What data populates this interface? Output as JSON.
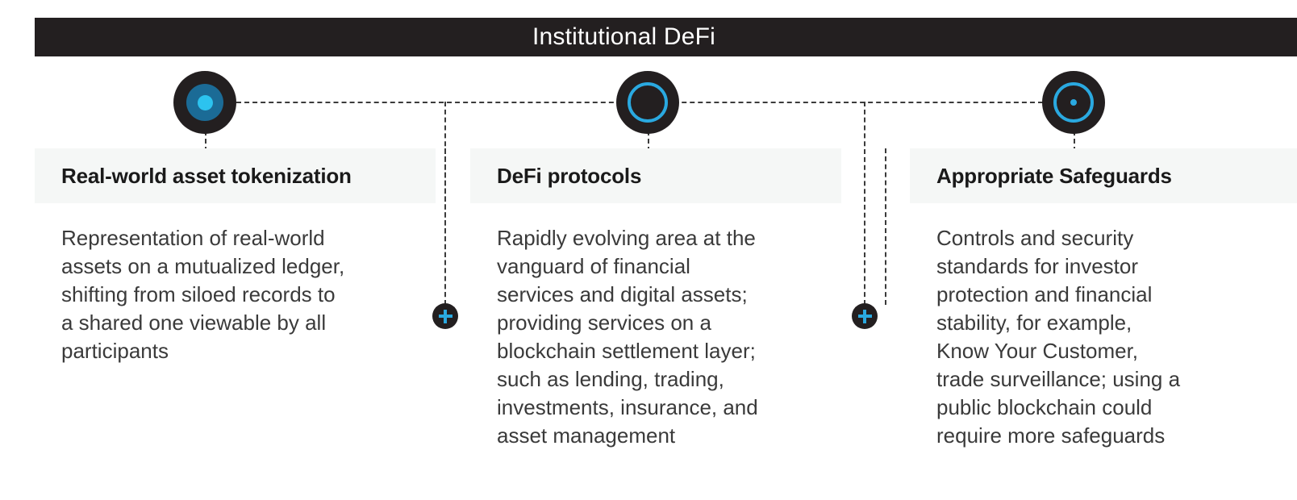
{
  "header": {
    "title": "Institutional DeFi",
    "background_color": "#231f20",
    "text_color": "#ffffff"
  },
  "theme": {
    "accent_cyan": "#2aa9e0",
    "accent_cyan_bright": "#2cc3ef",
    "accent_blue_deep": "#1b6b96",
    "dark": "#231f20",
    "card_header_bg": "#f5f7f6",
    "body_text_color": "#3a3a3a",
    "connector_color": "#3b3b3b"
  },
  "nodes": [
    {
      "id": "node-1",
      "icon": "filled-target-icon",
      "style": "filled"
    },
    {
      "id": "node-2",
      "icon": "ring-outline-icon",
      "style": "ring"
    },
    {
      "id": "node-3",
      "icon": "ring-with-dot-icon",
      "style": "ring-dot"
    }
  ],
  "connectors": [
    {
      "id": "plus-connector-1",
      "icon": "plus-icon",
      "label": "+"
    },
    {
      "id": "plus-connector-2",
      "icon": "plus-icon",
      "label": "+"
    }
  ],
  "columns": [
    {
      "id": "real-world-asset-tokenization",
      "heading": "Real-world asset tokenization",
      "body": "Representation of real-world\nassets on a mutualized ledger,\nshifting from siloed records to\na shared one viewable by all\nparticipants"
    },
    {
      "id": "defi-protocols",
      "heading": "DeFi protocols",
      "body": "Rapidly evolving area at the\nvanguard of financial\nservices and digital assets;\nproviding services on a\nblockchain settlement layer;\nsuch as lending, trading,\ninvestments, insurance, and\nasset management"
    },
    {
      "id": "appropriate-safeguards",
      "heading": "Appropriate Safeguards",
      "body": "Controls and security\nstandards for investor\nprotection and financial\nstability, for example,\nKnow Your Customer,\ntrade surveillance; using a\npublic blockchain could\nrequire more safeguards"
    }
  ]
}
